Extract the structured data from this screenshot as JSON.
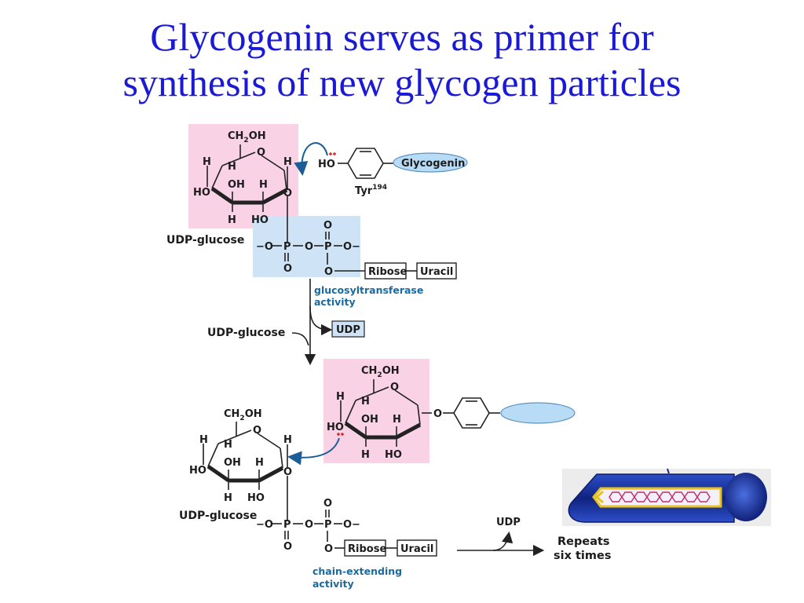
{
  "title": {
    "line1": "Glycogenin serves as primer for",
    "line2": "synthesis of new glycogen particles"
  },
  "colors": {
    "title": "#1a1ad6",
    "glucose_box": "#f9d2e6",
    "udp_box": "#cfe3f7",
    "enzyme_text": "#1a6aa0",
    "glycogenin_fill": "#b9dcf6",
    "arrow": "#1b5d96",
    "lone_pair": "#d12a2a"
  },
  "labels": {
    "ch2oh": "CH",
    "ch2oh_sub": "2",
    "ch2oh_tail": "OH",
    "h": "H",
    "o": "O",
    "oh": "OH",
    "ho": "HO",
    "udp_glucose": "UDP-glucose",
    "glycogenin": "Glycogenin",
    "tyr": "Tyr",
    "tyr_sup": "194",
    "ribose": "Ribose",
    "uracil": "Uracil",
    "udp": "UDP",
    "glucosyltransferase_1": "glucosyltransferase",
    "glucosyltransferase_2": "activity",
    "chain_extending_1": "chain-extending",
    "chain_extending_2": "activity",
    "repeats_1": "Repeats",
    "repeats_2": "six times",
    "o_minus": "−O",
    "minus_o_end": "O−"
  }
}
